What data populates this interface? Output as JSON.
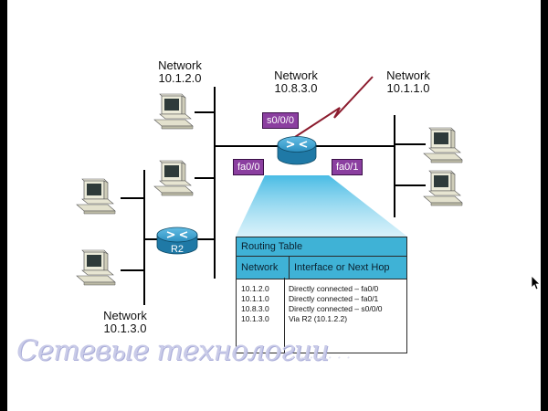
{
  "networks": {
    "top_left": {
      "line1": "Network",
      "line2": "10.1.2.0"
    },
    "top_center": {
      "line1": "Network",
      "line2": "10.8.3.0"
    },
    "top_right": {
      "line1": "Network",
      "line2": "10.1.1.0"
    },
    "bottom_left": {
      "line1": "Network",
      "line2": "10.1.3.0"
    }
  },
  "interfaces": {
    "serial": "s0/0/0",
    "fa_left": "fa0/0",
    "fa_right": "fa0/1"
  },
  "router_r2_label": "R2",
  "routing_table": {
    "title": "Routing Table",
    "col_network": "Network",
    "col_interface": "Interface or Next Hop",
    "rows": [
      {
        "network": "10.1.2.0",
        "hop": "Directly connected – fa0/0"
      },
      {
        "network": "10.1.1.0",
        "hop": "Directly connected – fa0/1"
      },
      {
        "network": "10.8.3.0",
        "hop": "Directly connected – s0/0/0"
      },
      {
        "network": "10.1.3.0",
        "hop": "Via R2 (10.1.2.2)"
      }
    ]
  },
  "watermark": "Сетевые технологии",
  "colors": {
    "router_blue": "#2b8fc0",
    "interface_purple": "#8b3fa0",
    "table_header": "#3fb2d6",
    "serial_link": "#8c1c2e"
  }
}
